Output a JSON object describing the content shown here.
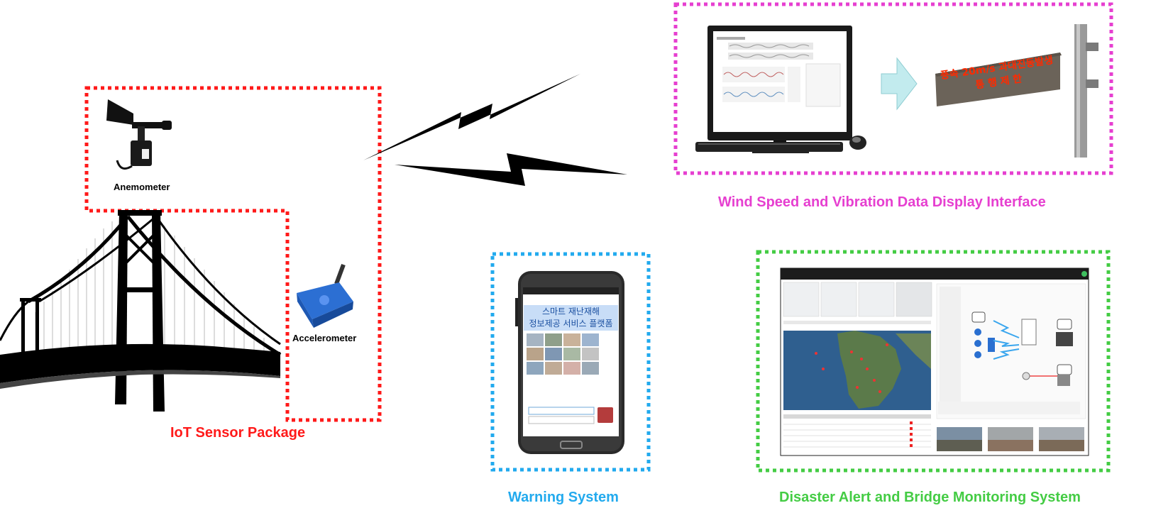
{
  "labels": {
    "anemometer": "Anemometer",
    "accelerometer": "Accelerometer",
    "iot_package": "IoT Sensor Package",
    "display_interface": "Wind Speed and Vibration Data Display Interface",
    "warning_system": "Warning System",
    "monitoring_system": "Disaster Alert and Bridge Monitoring System"
  },
  "sign": {
    "line1": "풍속 20m/s 과대진동발생",
    "line2": "통 행 제 한"
  },
  "phone": {
    "title_line1": "스마트 재난재해",
    "title_line2": "정보제공 서비스 플랫폼"
  },
  "colors": {
    "iot": "#ff1a1a",
    "display": "#e63fd0",
    "warning": "#22aaee",
    "monitoring": "#44cc44"
  }
}
